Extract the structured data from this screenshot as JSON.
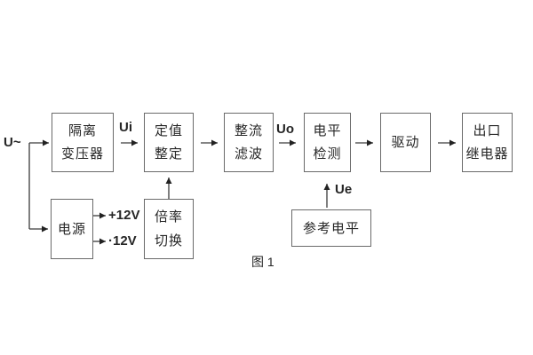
{
  "figure": {
    "caption": "图 1"
  },
  "signal_labels": {
    "input": "U~",
    "ui": "Ui",
    "uo": "Uo",
    "ue": "Ue",
    "plus12": "+12V",
    "minus12": "·12V"
  },
  "boxes": [
    {
      "id": "isolation-transformer",
      "line1": "隔离",
      "line2": "变压器"
    },
    {
      "id": "value-setting",
      "line1": "定值",
      "line2": "整定"
    },
    {
      "id": "rectifier-filter",
      "line1": "整流",
      "line2": "滤波"
    },
    {
      "id": "level-detection",
      "line1": "电平",
      "line2": "检测"
    },
    {
      "id": "driver",
      "line1": "驱动"
    },
    {
      "id": "output-relay",
      "line1": "出口",
      "line2": "继电器"
    },
    {
      "id": "power-supply",
      "line1": "电源"
    },
    {
      "id": "ratio-switch",
      "line1": "倍率",
      "line2": "切换"
    },
    {
      "id": "reference-level",
      "line1": "参考电平"
    }
  ],
  "colors": {
    "box_border": "#6a6a6a",
    "wire": "#333333",
    "text": "#262626",
    "background": "#ffffff"
  }
}
